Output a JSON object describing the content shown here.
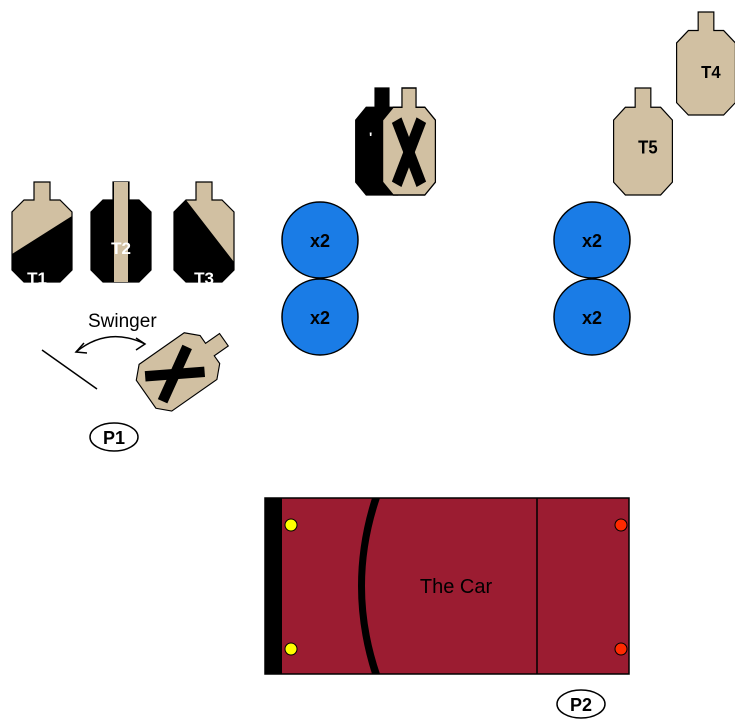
{
  "targets": {
    "t1": "T1",
    "t2": "T2",
    "t3": "T3",
    "t4": "T4",
    "t5": "T5"
  },
  "steel": {
    "left_top": "x2",
    "left_bottom": "x2",
    "right_top": "x2",
    "right_bottom": "x2"
  },
  "swinger_label": "Swinger",
  "positions": {
    "p1": "P1",
    "p2": "P2"
  },
  "car_label": "The Car",
  "colors": {
    "target_tan": "#d1c0a2",
    "no_shoot_black": "#000000",
    "steel_blue": "#1a7ce6",
    "car_maroon": "#9b1c31",
    "marker_yellow": "#ffff00",
    "marker_red": "#ff2a00"
  }
}
